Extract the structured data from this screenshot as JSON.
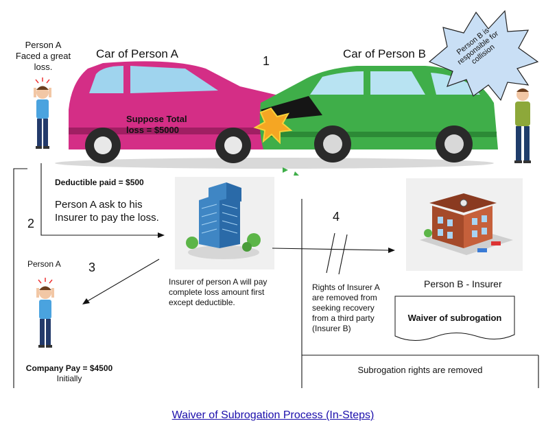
{
  "person_a_top": {
    "name": "Person A",
    "status_line1": "Faced a great",
    "status_line2": "loss."
  },
  "car_a_title": "Car of Person A",
  "car_b_title": "Car of Person B",
  "step_numbers": {
    "s1": "1",
    "s2": "2",
    "s3": "3",
    "s4": "4"
  },
  "burst": {
    "line1": "Person B is",
    "line2": "responsible for",
    "line3": "collision"
  },
  "loss": {
    "line1": "Suppose Total",
    "line2": "loss = $5000"
  },
  "deductible_text": "Deductible paid = $500",
  "ask_text": {
    "line1": "Person A ask to his",
    "line2": "Insurer to pay the loss."
  },
  "insurer_a_text": {
    "line1": "Insurer of person A will pay",
    "line2": "complete loss amount first",
    "line3": "except deductible."
  },
  "person_a_bottom": {
    "name": "Person A"
  },
  "company_pay": {
    "line1": "Company Pay = $4500",
    "line2": "Initially"
  },
  "person_b_insurer": "Person B - Insurer",
  "rights_text": {
    "line1": "Rights of Insurer A",
    "line2": "are removed from",
    "line3": "seeking recovery",
    "line4": "from a third party",
    "line5": "(Insurer B)"
  },
  "waiver_label": "Waiver of subrogation",
  "subrogation_removed": "Subrogation rights are removed",
  "caption": "Waiver of Subrogation Process (In-Steps)",
  "colors": {
    "car_a": "#d42e86",
    "car_b": "#3fae49",
    "person_shirt": "#4aa3df",
    "burst_fill": "#c9dff5",
    "building_blue": "#3f86c4",
    "building_brick": "#a54a2a",
    "link": "#1a0dab"
  }
}
